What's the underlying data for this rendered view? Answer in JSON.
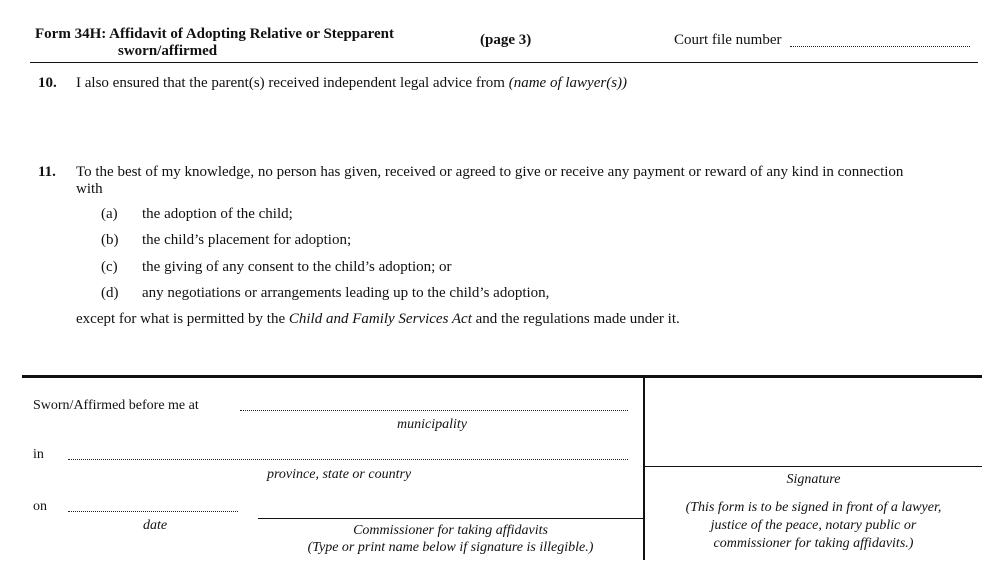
{
  "header": {
    "form_title_line1": "Form 34H:  Affidavit of Adopting Relative or Stepparent",
    "form_title_line2": "sworn/affirmed",
    "page_label": "(page 3)",
    "court_file_label": "Court file number",
    "court_file_value": ""
  },
  "paragraph10": {
    "number": "10.",
    "text": "I also ensured that the parent(s) received independent legal advice from",
    "hint": "(name of lawyer(s))"
  },
  "paragraph11": {
    "number": "11.",
    "line1": "To the best of my knowledge, no person has given, received or agreed to give or receive any payment or reward of any kind in connection",
    "line2": "with",
    "items": [
      {
        "label": "(a)",
        "text": "the adoption of the child;"
      },
      {
        "label": "(b)",
        "text": "the child’s placement for adoption;"
      },
      {
        "label": "(c)",
        "text": "the giving of any consent to the child’s adoption; or"
      },
      {
        "label": "(d)",
        "text": "any negotiations or arrangements leading up to the child’s adoption,"
      }
    ],
    "except_prefix": "except for what is permitted by the",
    "except_act": "Child and Family Services Act",
    "except_suffix": "and the regulations made under it."
  },
  "jurat": {
    "sworn_label": "Sworn/Affirmed before me at",
    "municipality_caption": "municipality",
    "in_label": "in",
    "province_caption": "province, state or country",
    "on_label": "on",
    "date_caption": "date",
    "commissioner_line1": "Commissioner for taking affidavits",
    "commissioner_line2": "(Type or print name below if signature is illegible.)",
    "signature_caption": "Signature",
    "note_line1": "(This form is to be signed in front of a lawyer,",
    "note_line2": "justice of the peace, notary public or",
    "note_line3": "commissioner for taking affidavits.)"
  }
}
